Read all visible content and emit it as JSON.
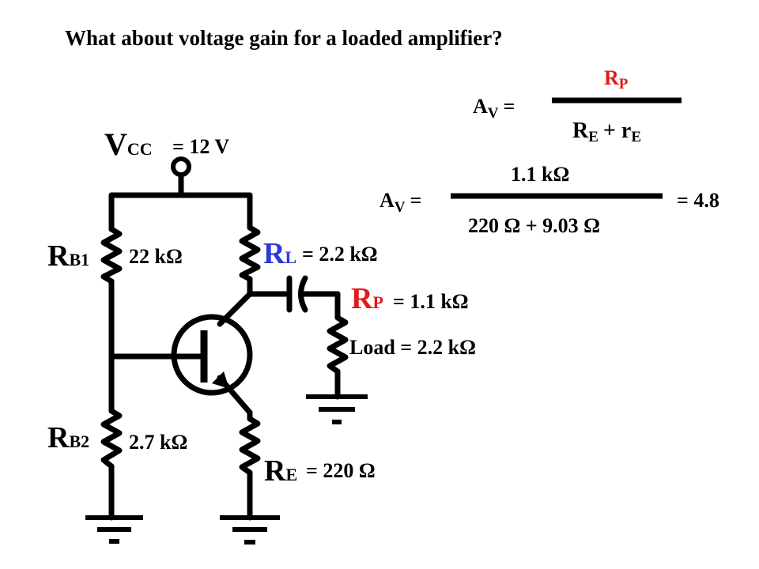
{
  "title": "What about voltage gain for a loaded amplifier?",
  "colors": {
    "ink": "#000000",
    "rp": "#e01b1b",
    "rl": "#2a3bd6"
  },
  "vcc": {
    "main": "V",
    "sub": "CC",
    "value": "= 12 V"
  },
  "rb1": {
    "main": "R",
    "sub": "B1",
    "value": "22 kΩ"
  },
  "rb2": {
    "main": "R",
    "sub": "B2",
    "value": "2.7 kΩ"
  },
  "rl": {
    "main": "R",
    "sub": "L",
    "value": "= 2.2 kΩ"
  },
  "rp": {
    "main": "R",
    "sub": "P",
    "value": "= 1.1 kΩ"
  },
  "re": {
    "main": "R",
    "sub": "E",
    "value": "= 220 Ω"
  },
  "load": {
    "label": "Load = 2.2 kΩ"
  },
  "formula1": {
    "lhs_main": "A",
    "lhs_sub": "V",
    "eq": "=",
    "num_main": "R",
    "num_sub": "P",
    "den_r": "R",
    "den_r_sub": "E",
    "den_plus": "+ r",
    "den_r2_sub": "E"
  },
  "formula2": {
    "lhs_main": "A",
    "lhs_sub": "V",
    "eq": "=",
    "numerator": "1.1 kΩ",
    "denominator": "220 Ω + 9.03 Ω",
    "result": "= 4.8"
  }
}
